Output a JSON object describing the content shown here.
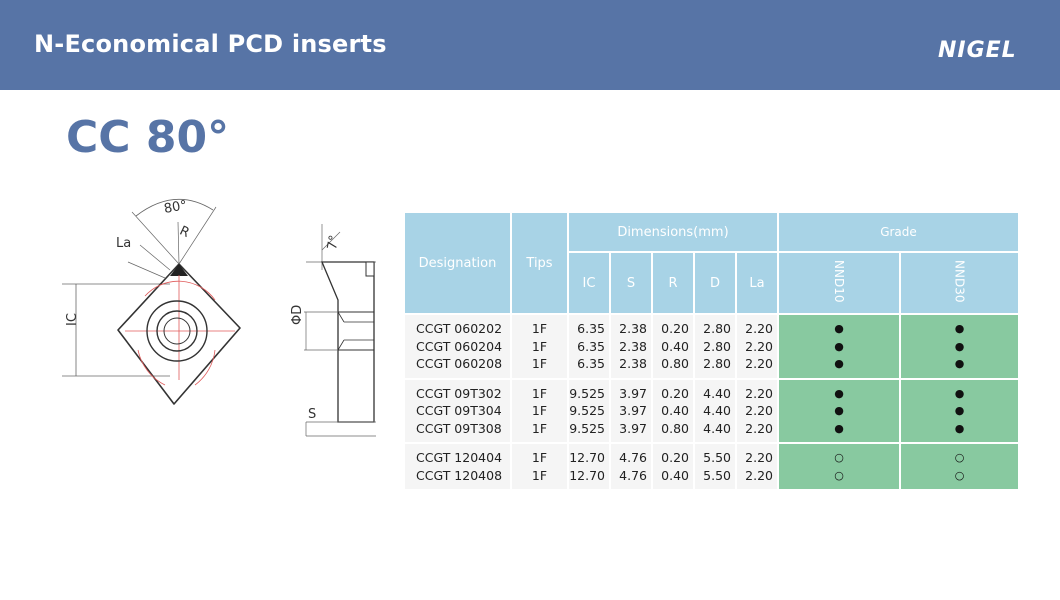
{
  "header": {
    "title": "N-Economical PCD inserts",
    "logo_text": "NIGEL"
  },
  "page_heading": "CC 80°",
  "drawing_labels": {
    "angle": "80°",
    "la": "La",
    "r": "R",
    "ic": "IC",
    "relief_angle": "7°",
    "phi_d": "ΦD",
    "s": "S"
  },
  "table": {
    "headers": {
      "designation": "Designation",
      "tips": "Tips",
      "dimensions": "Dimensions(mm)",
      "grade": "Grade",
      "ic": "IC",
      "s": "S",
      "r": "R",
      "d": "D",
      "la": "La",
      "grade_1": "NND10",
      "grade_2": "NND30"
    },
    "groups": [
      {
        "designation": [
          "CCGT 060202",
          "CCGT 060204",
          "CCGT 060208"
        ],
        "tips": [
          "1F",
          "1F",
          "1F"
        ],
        "ic": [
          "6.35",
          "6.35",
          "6.35"
        ],
        "s": [
          "2.38",
          "2.38",
          "2.38"
        ],
        "r": [
          "0.20",
          "0.40",
          "0.80"
        ],
        "d": [
          "2.80",
          "2.80",
          "2.80"
        ],
        "la": [
          "2.20",
          "2.20",
          "2.20"
        ],
        "nnd10": [
          "●",
          "●",
          "●"
        ],
        "nnd30": [
          "●",
          "●",
          "●"
        ]
      },
      {
        "designation": [
          "CCGT 09T302",
          "CCGT 09T304",
          "CCGT 09T308"
        ],
        "tips": [
          "1F",
          "1F",
          "1F"
        ],
        "ic": [
          "9.525",
          "9.525",
          "9.525"
        ],
        "s": [
          "3.97",
          "3.97",
          "3.97"
        ],
        "r": [
          "0.20",
          "0.40",
          "0.80"
        ],
        "d": [
          "4.40",
          "4.40",
          "4.40"
        ],
        "la": [
          "2.20",
          "2.20",
          "2.20"
        ],
        "nnd10": [
          "●",
          "●",
          "●"
        ],
        "nnd30": [
          "●",
          "●",
          "●"
        ]
      },
      {
        "designation": [
          "CCGT 120404",
          "CCGT 120408"
        ],
        "tips": [
          "1F",
          "1F"
        ],
        "ic": [
          "12.70",
          "12.70"
        ],
        "s": [
          "4.76",
          "4.76"
        ],
        "r": [
          "0.20",
          "0.40"
        ],
        "d": [
          "5.50",
          "5.50"
        ],
        "la": [
          "2.20",
          "2.20"
        ],
        "nnd10": [
          "○",
          "○"
        ],
        "nnd30": [
          "○",
          "○"
        ]
      }
    ]
  }
}
